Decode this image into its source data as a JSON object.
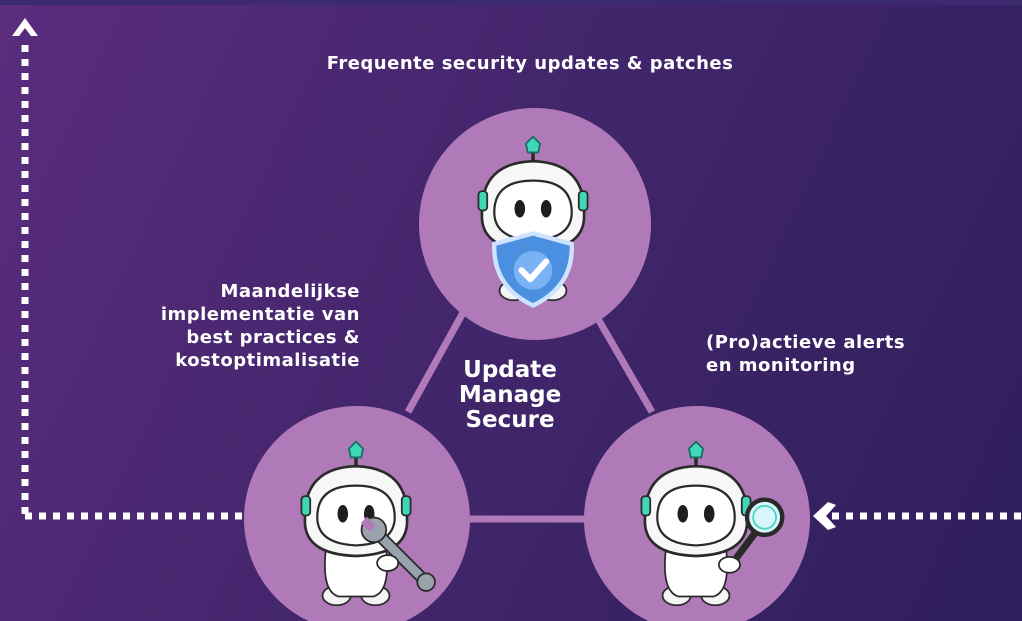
{
  "diagram": {
    "top_label": "Frequente security updates & patches",
    "left_label": [
      "Maandelijkse",
      "implementatie van",
      "best practices &",
      "kostoptimalisatie"
    ],
    "right_label": [
      "(Pro)actieve alerts",
      "en monitoring"
    ],
    "center_label": [
      "Update",
      "Manage",
      "Secure"
    ]
  },
  "colors": {
    "background_start": "#5a2c7d",
    "background_end": "#2f1f5c",
    "circle": "#b07ab8",
    "connector": "#b07ab8",
    "dotted_line": "#ffffff",
    "shield": "#4a8fe0",
    "antenna": "#3fd7b5"
  },
  "icons": {
    "top_mascot": "robot-with-shield-icon",
    "left_mascot": "robot-with-wrench-icon",
    "right_mascot": "robot-with-magnifier-icon",
    "arrow_up": "chevron-up-icon",
    "arrow_left": "chevron-left-icon"
  }
}
